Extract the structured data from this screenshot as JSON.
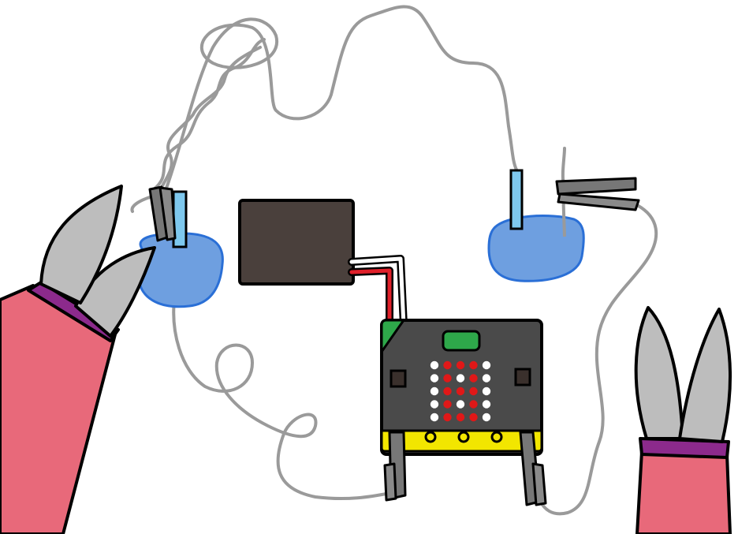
{
  "scene": {
    "led_matrix_on": [
      [
        0,
        1,
        1,
        1,
        0
      ],
      [
        0,
        1,
        0,
        1,
        0
      ],
      [
        0,
        1,
        1,
        1,
        0
      ],
      [
        0,
        1,
        0,
        1,
        0
      ],
      [
        0,
        1,
        1,
        1,
        0
      ]
    ]
  },
  "colors": {
    "wire": "#9a9a9a",
    "outline": "#000000",
    "sleeve": "#e8697a",
    "cuff": "#8c2a8c",
    "blade": "#bdbdbd",
    "battery": "#4a403c",
    "cable_red": "#e0202a",
    "microbit_body": "#4a4a4a",
    "microbit_edge": "#f2e600",
    "microbit_logo": "#2ea84a",
    "led_on": "#e01818",
    "led_off": "#ffffff",
    "water": "#6e9fe0",
    "probe": "#7ec8ee",
    "clip": "#777777"
  }
}
